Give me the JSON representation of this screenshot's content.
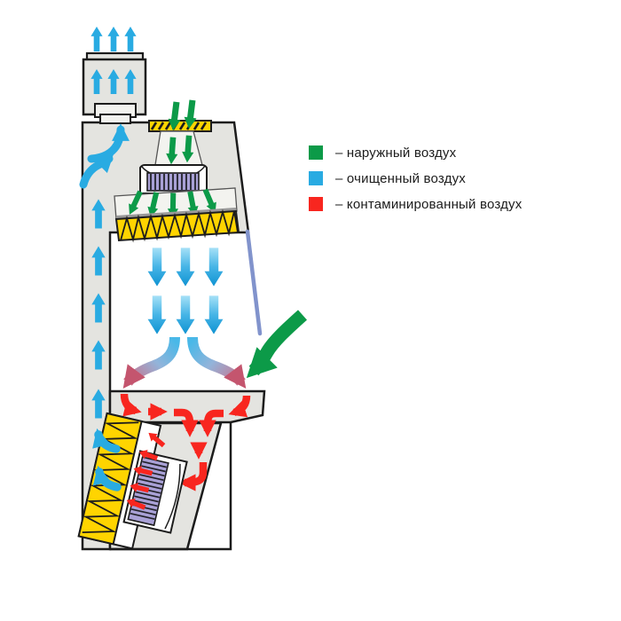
{
  "legend": {
    "items": [
      {
        "name": "outside-air",
        "label": "– наружный воздух",
        "color": "#0c9a48"
      },
      {
        "name": "purified-air",
        "label": "– очищенный воздух",
        "color": "#29abe2"
      },
      {
        "name": "contaminated-air",
        "label": "– контаминированный воздух",
        "color": "#f8261f"
      }
    ]
  },
  "colors": {
    "green": "#0c9a48",
    "blue": "#29abe2",
    "red": "#f8261f",
    "yellow": "#ffd400",
    "body": "#e4e4e0",
    "outline": "#1c1c1c",
    "fan": "#a9a1d6",
    "sash": "#8193cc",
    "ink": "#1c1c1c"
  }
}
